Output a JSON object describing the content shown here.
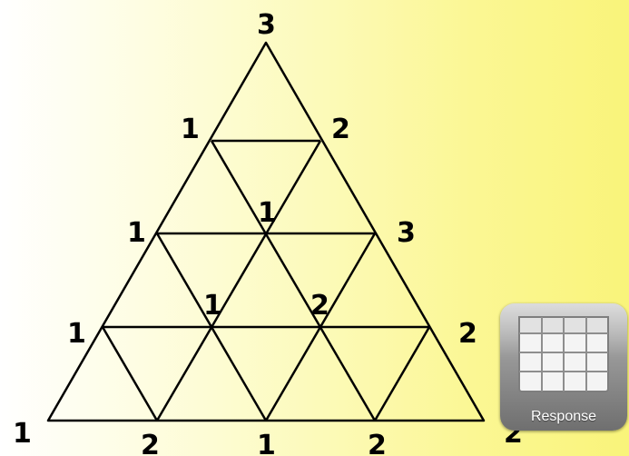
{
  "diagram": {
    "vertex_labels": {
      "apex": "3",
      "row1_left": "1",
      "row1_right": "2",
      "row2_left": "1",
      "row2_center": "1",
      "row2_right": "3",
      "row3_left": "1",
      "row3_inner_left": "1",
      "row3_inner_right": "2",
      "row3_right": "2",
      "base_1": "1",
      "base_2": "2",
      "base_3": "1",
      "base_4": "2",
      "base_5": "2"
    }
  },
  "response_button": {
    "label": "Response",
    "icon": "grid-icon"
  }
}
